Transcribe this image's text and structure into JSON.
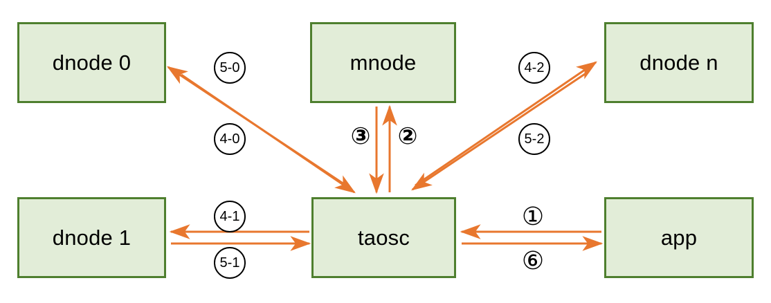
{
  "diagram": {
    "title": "TDengine request flow between app, taosc, mnode and dnodes",
    "colors": {
      "node_fill": "#e2edd8",
      "node_border": "#4e7f2e",
      "arrow": "#e8772e",
      "label_text": "#000000",
      "background": "#ffffff"
    },
    "nodes": [
      {
        "id": "dnode0",
        "label": "dnode 0"
      },
      {
        "id": "mnode",
        "label": "mnode"
      },
      {
        "id": "dnoden",
        "label": "dnode n"
      },
      {
        "id": "dnode1",
        "label": "dnode 1"
      },
      {
        "id": "taosc",
        "label": "taosc"
      },
      {
        "id": "app",
        "label": "app"
      }
    ],
    "edge_labels": [
      {
        "id": "5-0",
        "text": "5-0",
        "style": "circle",
        "from": "taosc",
        "to": "dnode0"
      },
      {
        "id": "4-0",
        "text": "4-0",
        "style": "circle",
        "from": "dnode0",
        "to": "taosc"
      },
      {
        "id": "4-2",
        "text": "4-2",
        "style": "circle",
        "from": "taosc",
        "to": "dnode n"
      },
      {
        "id": "5-2",
        "text": "5-2",
        "style": "circle",
        "from": "dnode n",
        "to": "taosc"
      },
      {
        "id": "4-1",
        "text": "4-1",
        "style": "circle",
        "from": "taosc",
        "to": "dnode1"
      },
      {
        "id": "5-1",
        "text": "5-1",
        "style": "circle",
        "from": "dnode1",
        "to": "taosc"
      },
      {
        "id": "3",
        "text": "③",
        "style": "glyph-bold",
        "from": "mnode",
        "to": "taosc"
      },
      {
        "id": "2",
        "text": "②",
        "style": "glyph-bold",
        "from": "taosc",
        "to": "mnode"
      },
      {
        "id": "1",
        "text": "①",
        "style": "glyph",
        "from": "app",
        "to": "taosc"
      },
      {
        "id": "6",
        "text": "⑥",
        "style": "glyph",
        "from": "taosc",
        "to": "app"
      }
    ]
  }
}
